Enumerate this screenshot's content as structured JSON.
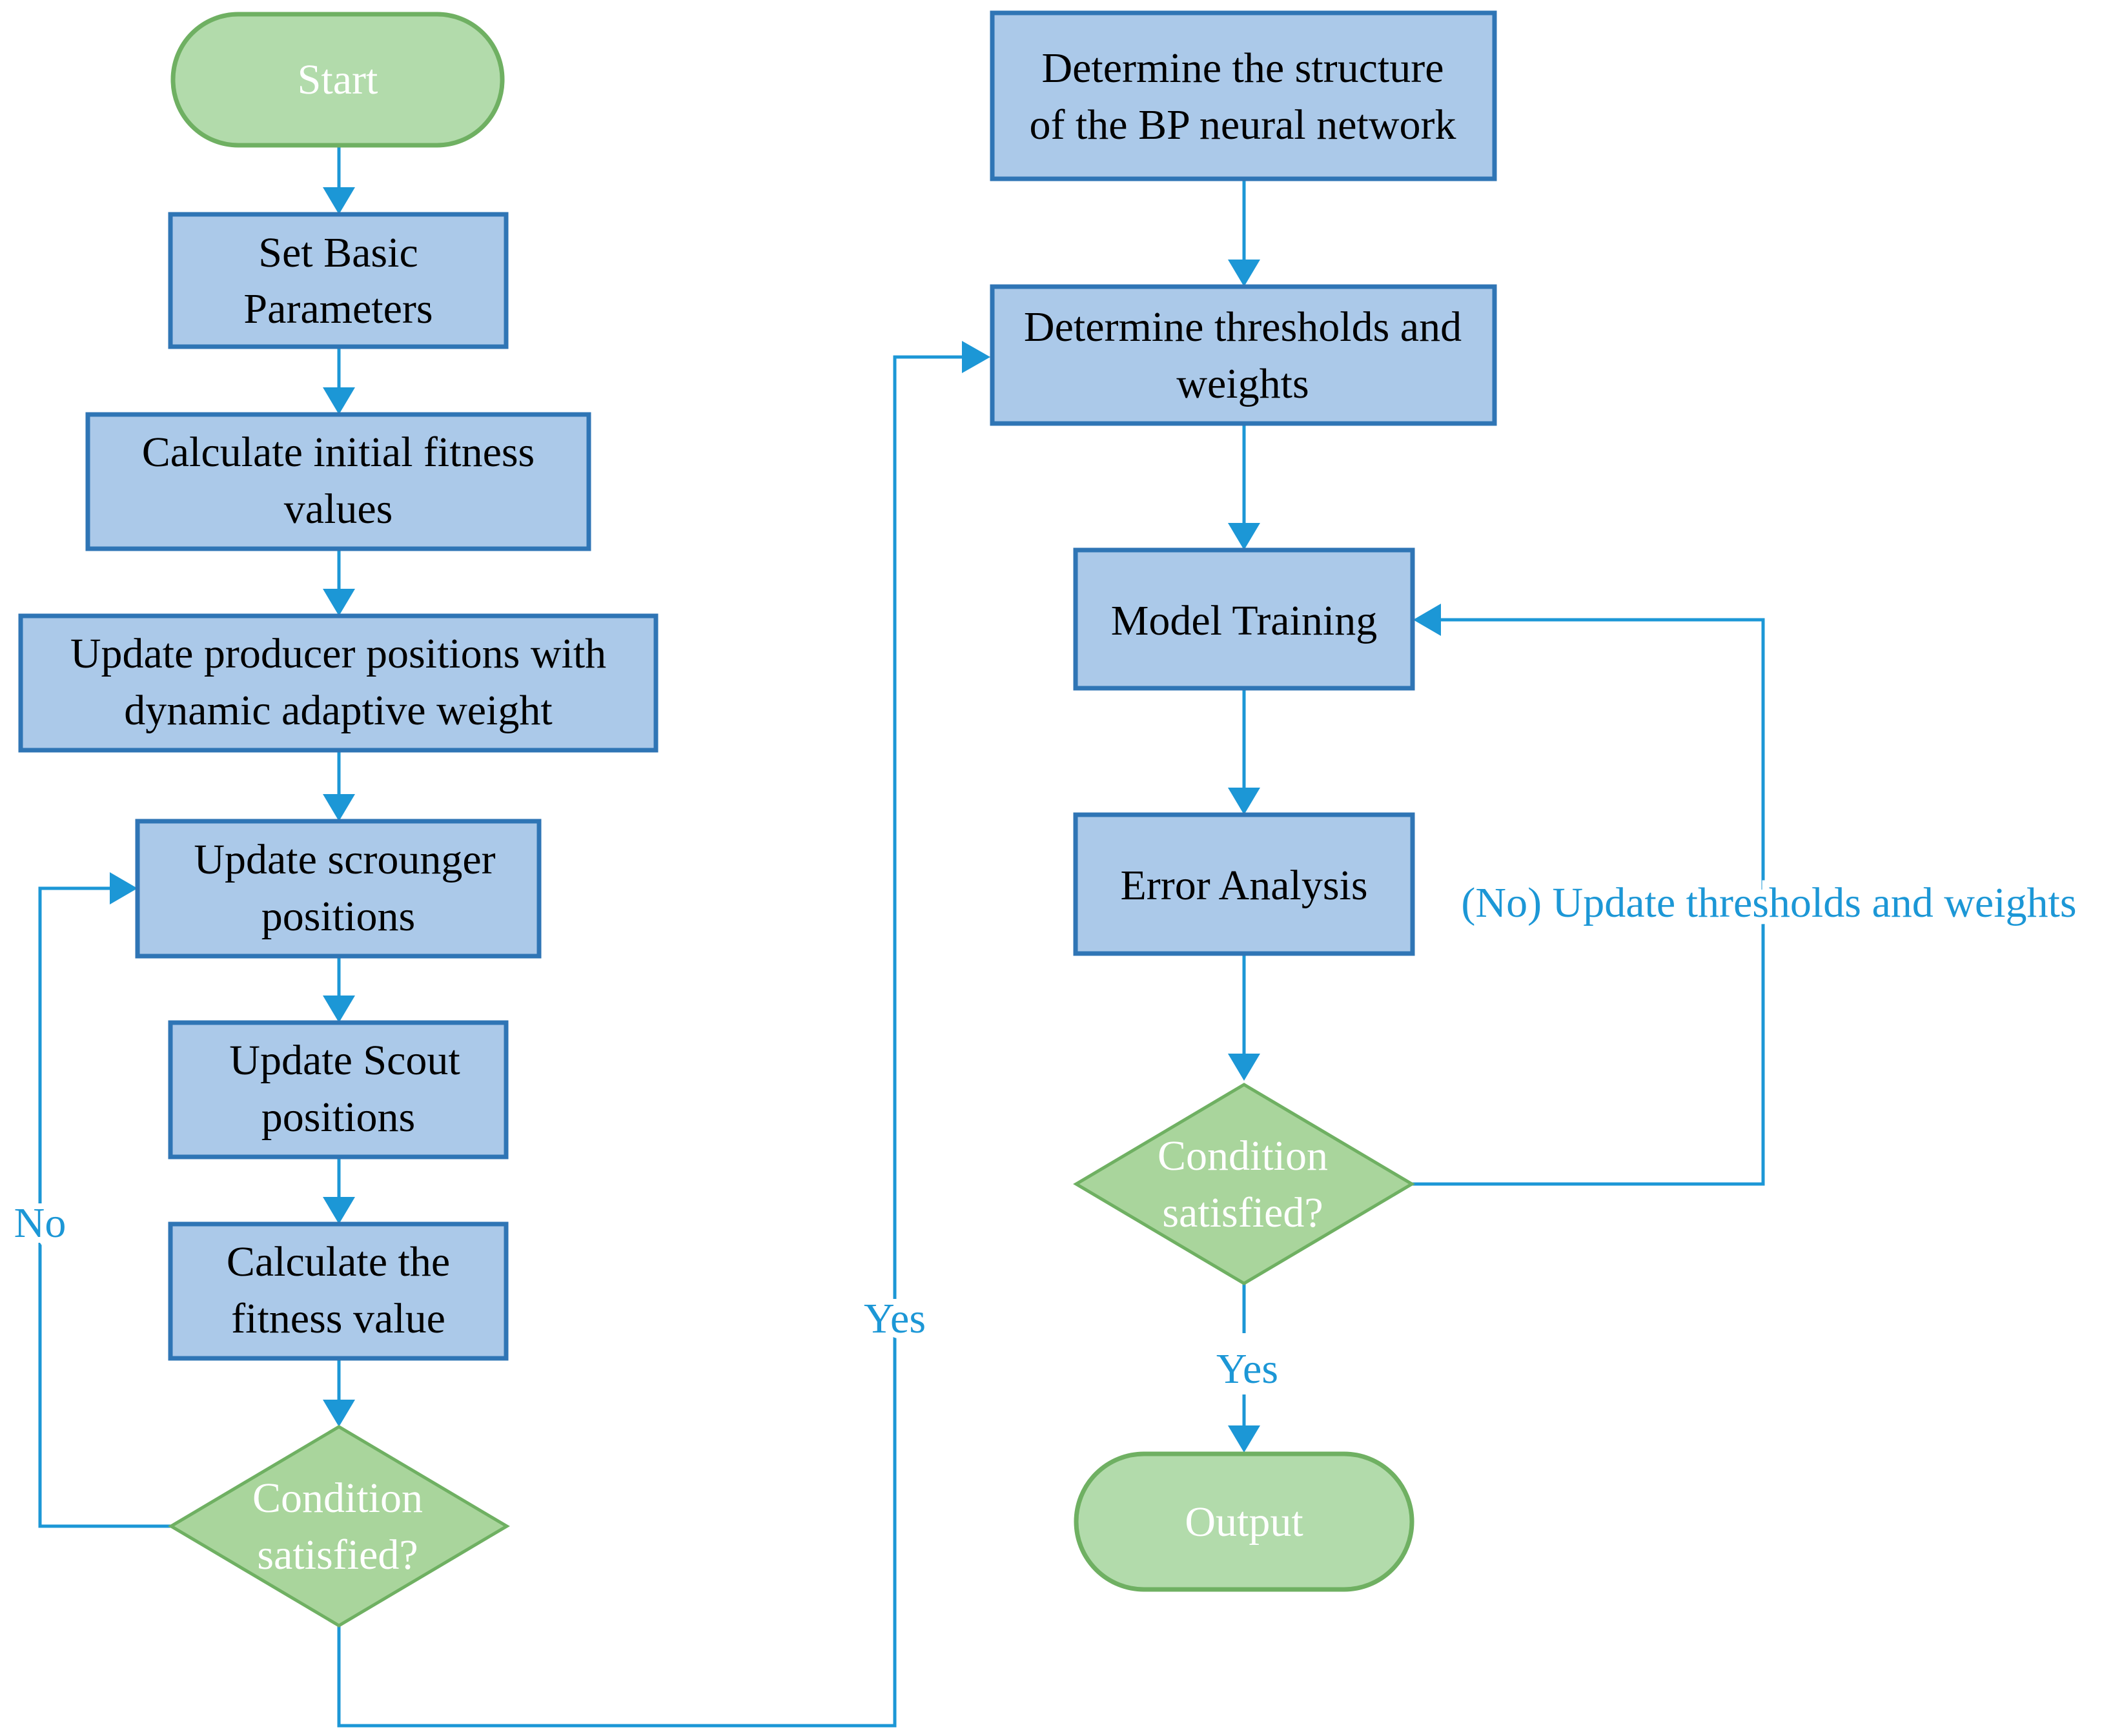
{
  "left_flow": {
    "start": "Start",
    "set_params": [
      "Set Basic",
      "Parameters"
    ],
    "calc_initial": [
      "Calculate initial fitness",
      "values"
    ],
    "update_producer": [
      "Update producer positions with",
      "dynamic adaptive weight"
    ],
    "update_scrounger": [
      "Update scrounger",
      "positions"
    ],
    "update_scout": [
      "Update Scout",
      "positions"
    ],
    "calc_fitness": [
      "Calculate the",
      "fitness value"
    ],
    "condition": [
      "Condition",
      "satisfied?"
    ],
    "no_label": "No",
    "yes_label": "Yes"
  },
  "right_flow": {
    "determine_structure": [
      "Determine the structure",
      "of the BP neural network"
    ],
    "determine_thresholds": [
      "Determine thresholds and",
      "weights"
    ],
    "model_training": "Model Training",
    "error_analysis": "Error Analysis",
    "condition": [
      "Condition",
      "satisfied?"
    ],
    "no_label": "(No) Update thresholds and weights",
    "yes_label": "Yes",
    "output": "Output"
  },
  "colors": {
    "process_fill": "#abc9e9",
    "process_stroke": "#2f75b5",
    "terminal_fill": "#b2dbab",
    "terminal_stroke": "#6fb062",
    "decision_fill": "#a9d59c",
    "connector": "#1c97d6"
  }
}
